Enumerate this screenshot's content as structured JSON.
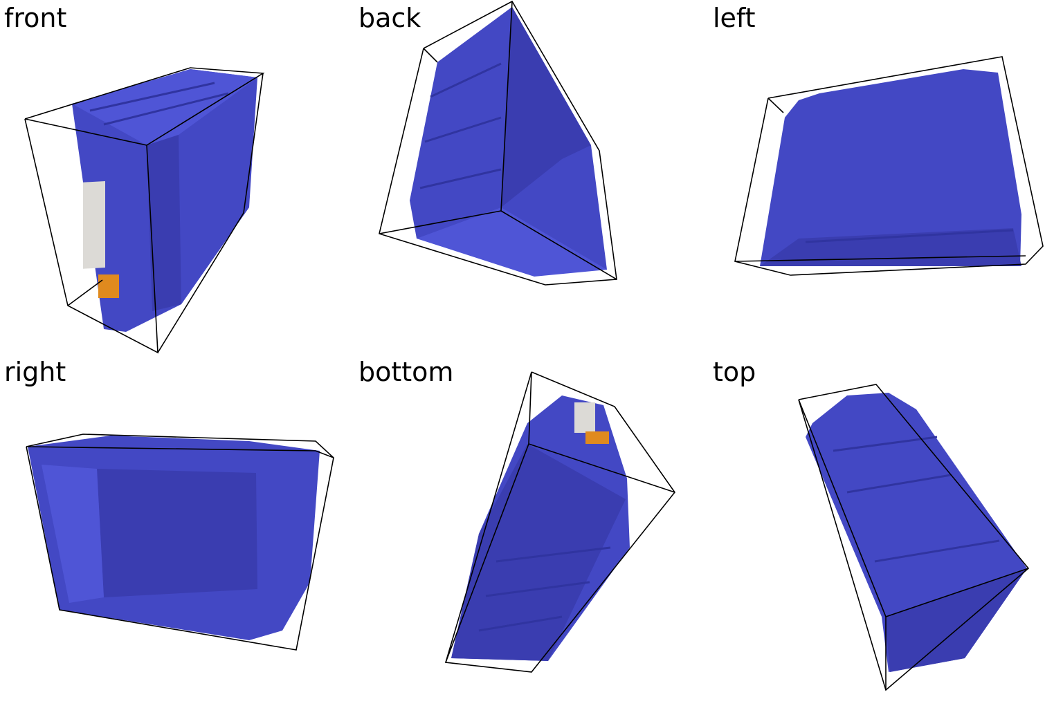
{
  "views": [
    {
      "key": "front",
      "label": "front"
    },
    {
      "key": "back",
      "label": "back"
    },
    {
      "key": "left",
      "label": "left"
    },
    {
      "key": "right",
      "label": "right"
    },
    {
      "key": "bottom",
      "label": "bottom"
    },
    {
      "key": "top",
      "label": "top"
    }
  ],
  "colors": {
    "object": "#4348c4",
    "object_shadow": "#3a3db0",
    "label_strip": "#dcdad6",
    "label_tag": "#e08a1e",
    "bounding_box": "#000000",
    "background": "#ffffff"
  }
}
